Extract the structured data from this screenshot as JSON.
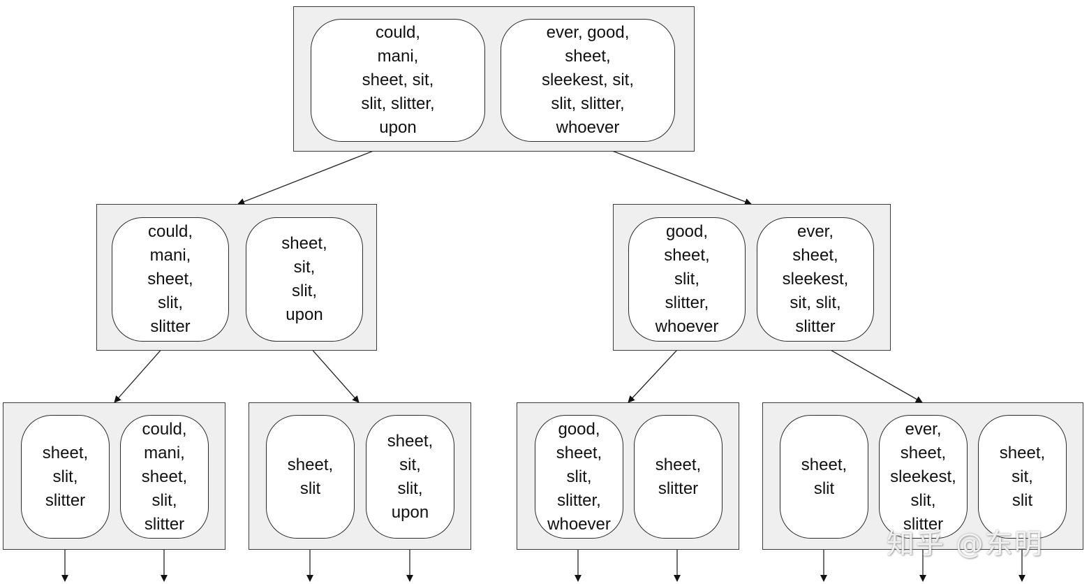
{
  "nodes": {
    "root": {
      "left": "could,\nmani,\nsheet, sit,\nslit, slitter,\nupon",
      "right": "ever, good,\nsheet,\nsleekest, sit,\nslit, slitter,\nwhoever"
    },
    "l1_left": {
      "left": "could,\nmani,\nsheet,\nslit,\nslitter",
      "right": "sheet,\nsit,\nslit,\nupon"
    },
    "l1_right": {
      "left": "good,\nsheet,\nslit,\nslitter,\nwhoever",
      "right": "ever,\nsheet,\nsleekest,\nsit, slit,\nslitter"
    },
    "l2_a": {
      "left": "sheet,\nslit,\nslitter",
      "right": "could,\nmani,\nsheet,\nslit,\nslitter"
    },
    "l2_b": {
      "left": "sheet,\nslit",
      "right": "sheet,\nsit,\nslit,\nupon"
    },
    "l2_c": {
      "left": "good,\nsheet,\nslit,\nslitter,\nwhoever",
      "right": "sheet,\nslitter"
    },
    "l2_d": {
      "left": "sheet,\nslit",
      "middle": "ever,\nsheet,\nsleekest,\nslit,\nslitter",
      "right": "sheet,\nsit,\nslit"
    }
  },
  "watermark": "知乎 @东明"
}
